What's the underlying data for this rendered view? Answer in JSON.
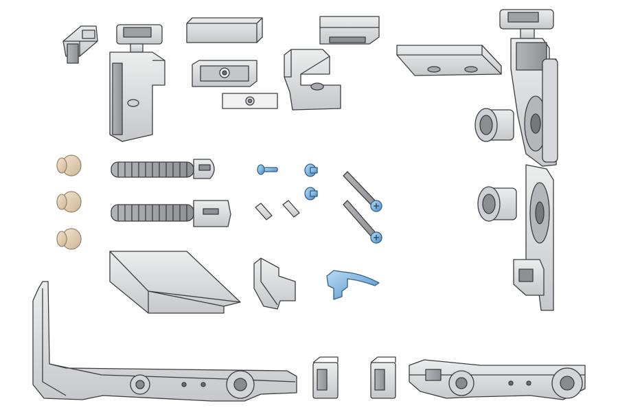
{
  "image": {
    "background": "#ffffff",
    "description_free": true
  },
  "palette": {
    "part_light": "#e4e5e7",
    "part_mid": "#c9cacd",
    "part_dark": "#a7a8ac",
    "outline": "#3b3c40",
    "plug_beige": "#e9d5ba",
    "plug_beige_dark": "#cdb595",
    "blue": "#8fbfe6",
    "blue_dark": "#3d7fb8"
  },
  "parts": [
    {
      "name": "small-clip-block",
      "icon": "clip-block"
    },
    {
      "name": "top-bracket-assembly",
      "icon": "bracket"
    },
    {
      "name": "rect-block-1",
      "icon": "block"
    },
    {
      "name": "plate-with-hole",
      "icon": "plate"
    },
    {
      "name": "flat-plate-with-hole",
      "icon": "plate"
    },
    {
      "name": "rect-block-2",
      "icon": "block"
    },
    {
      "name": "angle-bracket",
      "icon": "bracket"
    },
    {
      "name": "long-rail-plate",
      "icon": "plate"
    },
    {
      "name": "top-right-hinge-assembly",
      "icon": "hinge"
    },
    {
      "name": "roller-1",
      "icon": "roller"
    },
    {
      "name": "roller-2",
      "icon": "roller"
    },
    {
      "name": "bottom-right-hinge-plate",
      "icon": "hinge"
    },
    {
      "name": "plug-1",
      "icon": "plug"
    },
    {
      "name": "plug-2",
      "icon": "plug"
    },
    {
      "name": "plug-3",
      "icon": "plug"
    },
    {
      "name": "spring-bolt-1",
      "icon": "spring"
    },
    {
      "name": "spring-bolt-2",
      "icon": "spring"
    },
    {
      "name": "small-blue-screw",
      "icon": "screw"
    },
    {
      "name": "blue-nut-1",
      "icon": "nut"
    },
    {
      "name": "blue-nut-2",
      "icon": "nut"
    },
    {
      "name": "pin-1",
      "icon": "pin"
    },
    {
      "name": "pin-2",
      "icon": "pin"
    },
    {
      "name": "long-screw-1",
      "icon": "screw"
    },
    {
      "name": "long-screw-2",
      "icon": "screw"
    },
    {
      "name": "wedge-plate",
      "icon": "wedge"
    },
    {
      "name": "clip-cap",
      "icon": "clip"
    },
    {
      "name": "blue-seal-profile",
      "icon": "seal"
    },
    {
      "name": "corner-drive-gear",
      "icon": "corner"
    },
    {
      "name": "connector-1",
      "icon": "connector"
    },
    {
      "name": "connector-2",
      "icon": "connector"
    },
    {
      "name": "roller-carriage",
      "icon": "carriage"
    }
  ]
}
